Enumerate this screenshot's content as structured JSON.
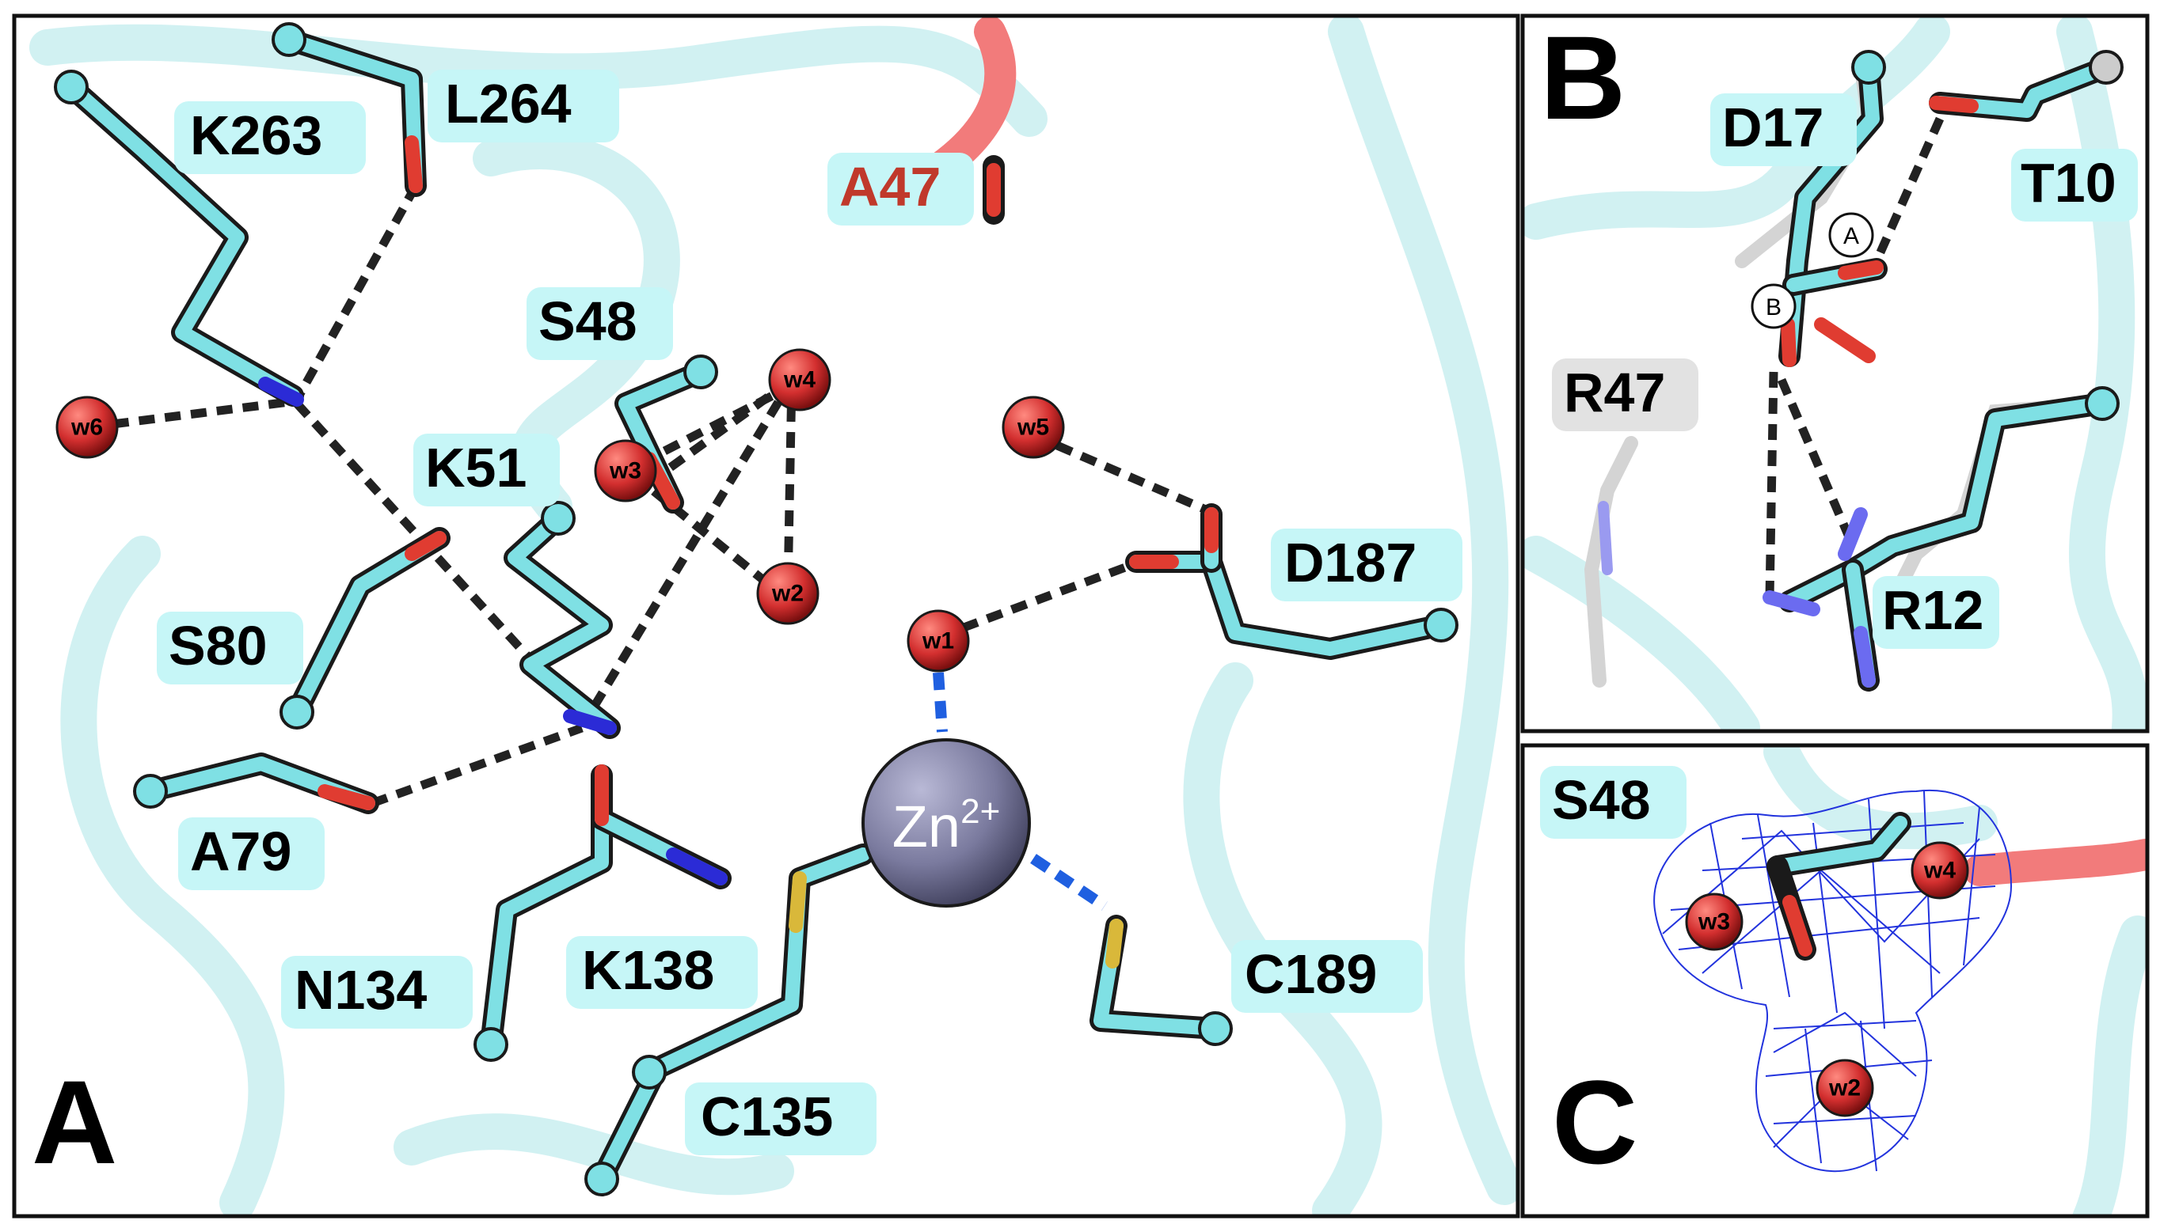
{
  "panels": {
    "A": {
      "letter": "A",
      "residues": [
        "K263",
        "L264",
        "A47",
        "S48",
        "K51",
        "S80",
        "A79",
        "N134",
        "K138",
        "C135",
        "C189",
        "D187"
      ],
      "waters": [
        "w6",
        "w3",
        "w4",
        "w2",
        "w5",
        "w1"
      ],
      "ion": {
        "base": "Zn",
        "charge": "2+"
      }
    },
    "B": {
      "letter": "B",
      "residues": [
        "D17",
        "T10",
        "R47",
        "R12"
      ],
      "conformers": [
        "A",
        "B"
      ]
    },
    "C": {
      "letter": "C",
      "residues": [
        "S48"
      ],
      "waters": [
        "w3",
        "w4",
        "w2"
      ]
    }
  },
  "colors": {
    "carbon": "#7fe0e4",
    "oxygen": "#e03c31",
    "nitrogen": "#2b2bd6",
    "sulfur": "#d9b83a",
    "zinc": "#7a7a9e",
    "coordination_bond": "#1f5fe0",
    "highlight_residue": "#c0392b",
    "label_bg": "#c6f6f7",
    "ghost_label_bg": "#e2e2e2",
    "density_mesh": "#2233dd"
  }
}
